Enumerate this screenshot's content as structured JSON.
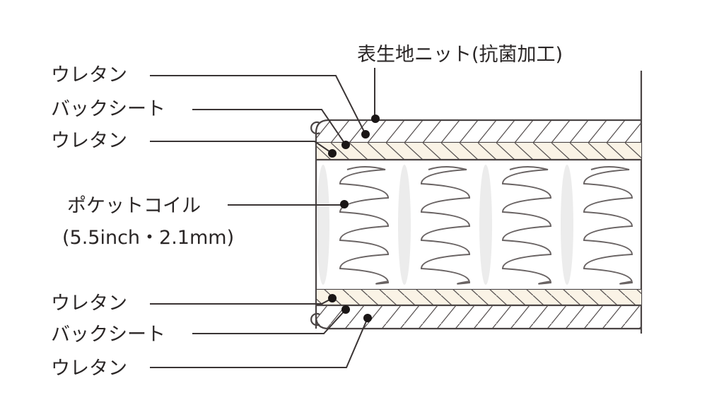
{
  "diagram": {
    "title_label": "表生地ニット(抗菌加工)",
    "labels_left": [
      "ウレタン",
      "バックシート",
      "ウレタン",
      "ポケットコイル",
      "(5.5inch・2.1mm)",
      "ウレタン",
      "バックシート",
      "ウレタン"
    ],
    "colors": {
      "urethane_fill": "#faf3e6",
      "line": "#3a3434",
      "coil_gap": "#ececec"
    }
  }
}
